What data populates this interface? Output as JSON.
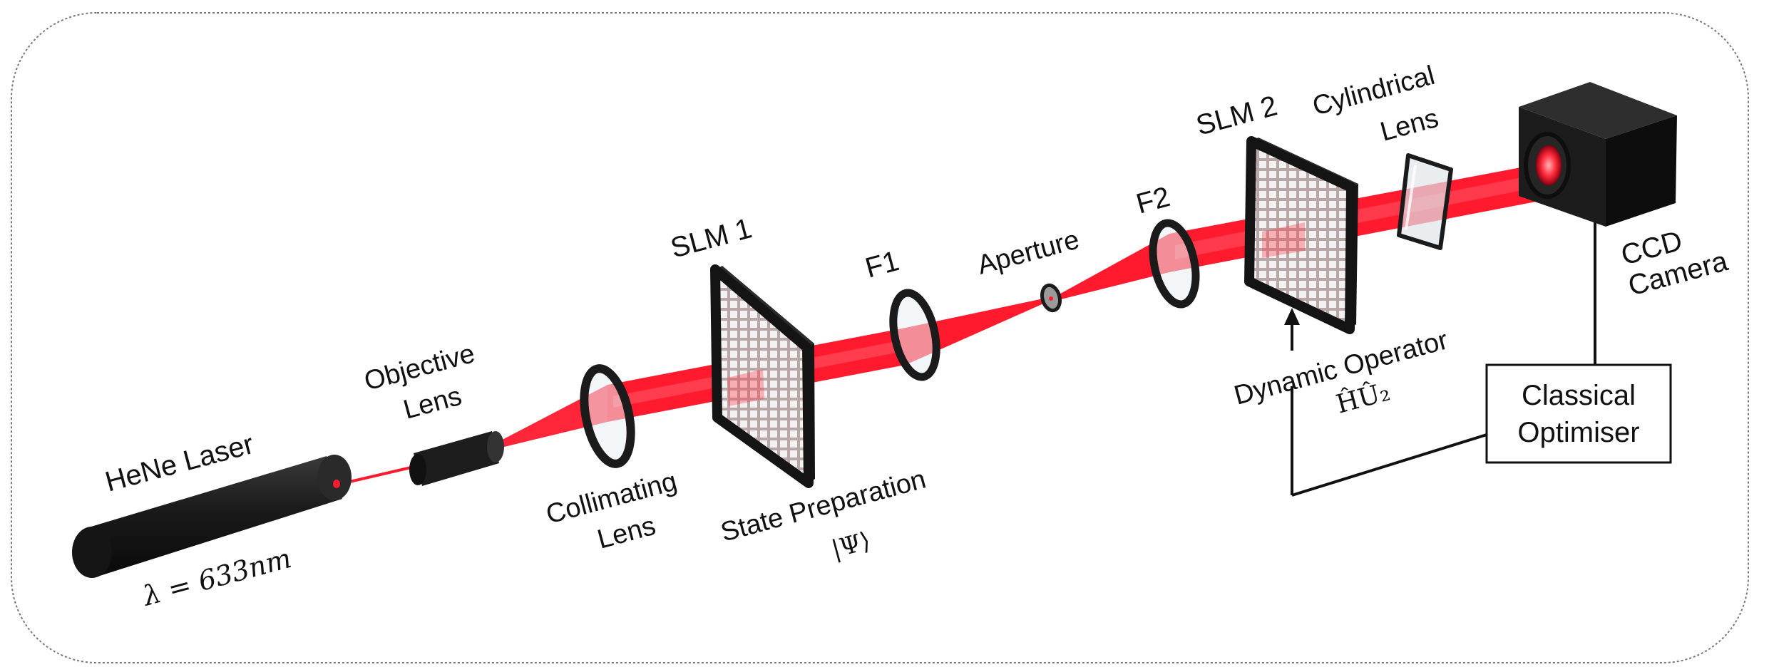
{
  "colors": {
    "beam": "#ff1a2e",
    "beam_core": "#ff5566",
    "body": "#1b1b1b",
    "frame_border": "#777777",
    "wire": "#111111"
  },
  "labels": {
    "laser": "HeNe Laser",
    "wavelength": "λ = 633nm",
    "objective_line1": "Objective",
    "objective_line2": "Lens",
    "collimating_line1": "Collimating",
    "collimating_line2": "Lens",
    "slm1": "SLM 1",
    "state_prep_line1": "State Preparation",
    "state_prep_line2": "|Ψ⟩",
    "f1": "F1",
    "aperture": "Aperture",
    "f2": "F2",
    "slm2": "SLM 2",
    "dynamic_line1": "Dynamic Operator",
    "dynamic_line2": "ĤÛ₂",
    "cylindrical_line1": "Cylindrical",
    "cylindrical_line2": "Lens",
    "ccd_line1": "CCD",
    "ccd_line2": "Camera",
    "optimiser_line1": "Classical",
    "optimiser_line2": "Optimiser"
  },
  "icons": {
    "laser": "laser-cylinder-icon",
    "objective": "objective-lens-icon",
    "lens": "ring-lens-icon",
    "slm": "slm-panel-icon",
    "camera": "ccd-camera-icon"
  }
}
